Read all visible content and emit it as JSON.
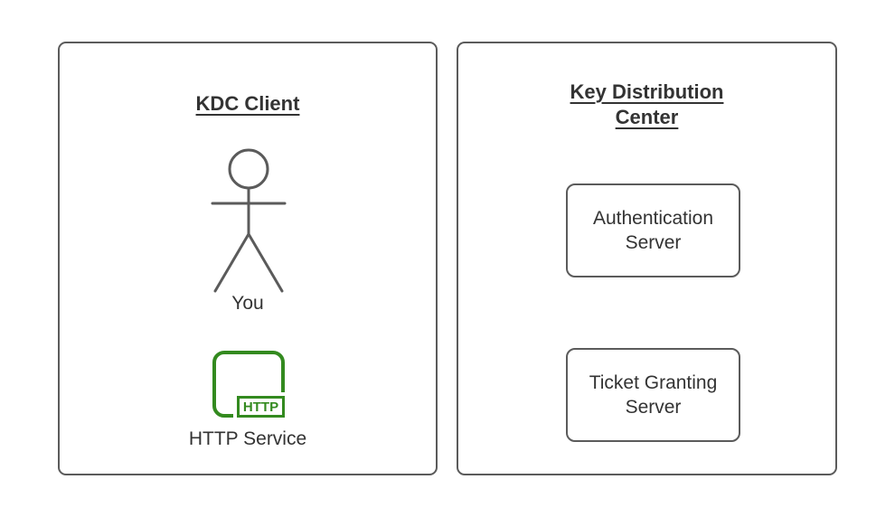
{
  "colors": {
    "background": "#ffffff",
    "panel_border": "#5b5b5b",
    "text": "#333333",
    "service_green": "#338a1f"
  },
  "panels": {
    "client": {
      "title": "KDC Client",
      "actor_icon": "person-icon",
      "actor_label": "You",
      "service_icon": "http-service-icon",
      "service_badge": "HTTP",
      "service_label": "HTTP Service"
    },
    "kdc": {
      "title": "Key Distribution Center",
      "nodes": [
        {
          "label": "Authentication Server"
        },
        {
          "label": "Ticket Granting Server"
        }
      ]
    }
  }
}
